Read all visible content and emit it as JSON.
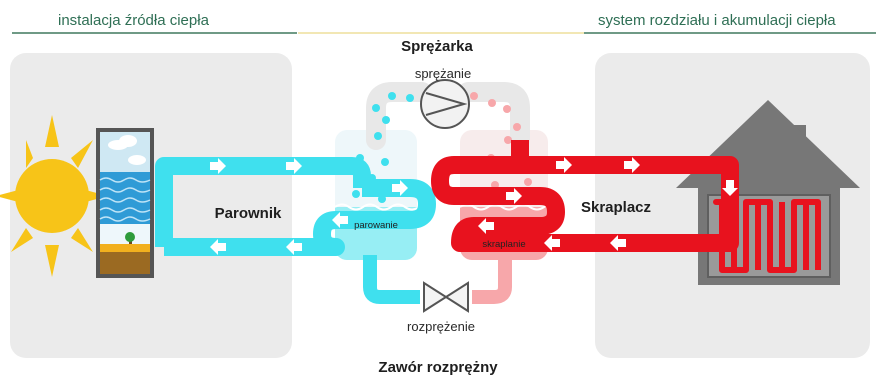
{
  "header": {
    "left_title": "instalacja źródła ciepła",
    "right_title": "system rozdziału i akumulacji ciepła"
  },
  "diagram": {
    "compressor_title": "Sprężarka",
    "compression_label": "sprężanie",
    "evaporator_title": "Parownik",
    "evaporation_label": "parowanie",
    "condenser_title": "Skraplacz",
    "condensation_label": "skraplanie",
    "expansion_label": "rozprężenie",
    "valve_title": "Zawór rozprężny"
  },
  "colors": {
    "cold": "#3fe0ee",
    "cold_tank": "#97eef4",
    "hot": "#e8121e",
    "hot_tank": "#f7a7aa",
    "panel_bg": "#ebebeb",
    "house": "#777777",
    "sun": "#f7c418",
    "accent_green": "#2f6f55"
  }
}
